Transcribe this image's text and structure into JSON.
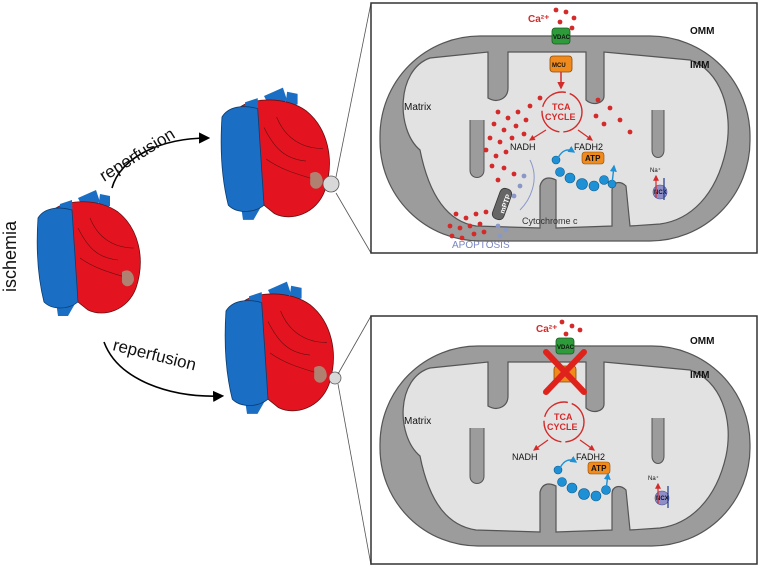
{
  "left": {
    "ischemia_label": "ischemia",
    "reperfusion_top_label": "reperfusion",
    "reperfusion_bottom_label": "reperfusion"
  },
  "panels": {
    "top": {
      "ca_label": "Ca²⁺",
      "omm_label": "OMM",
      "imm_label": "IMM",
      "vdac_label": "VDAC",
      "mcu_label": "MCU",
      "matrix_label": "Matrix",
      "tca_label_line1": "TCA",
      "tca_label_line2": "CYCLE",
      "nadh_label": "NADH",
      "fadh2_label": "FADH2",
      "atp_label": "ATP",
      "na_label": "Na⁺",
      "ncx_label": "NCX",
      "mptp_label": "mPTP",
      "cytochrome_label": "Cytochrome c",
      "apoptosis_label": "APOPTOSIS"
    },
    "bottom": {
      "ca_label": "Ca²⁺",
      "omm_label": "OMM",
      "imm_label": "IMM",
      "vdac_label": "VDAC",
      "matrix_label": "Matrix",
      "tca_label_line1": "TCA",
      "tca_label_line2": "CYCLE",
      "nadh_label": "NADH",
      "fadh2_label": "FADH2",
      "atp_label": "ATP",
      "na_label": "Na⁺",
      "ncx_label": "NCX"
    }
  },
  "colors": {
    "heart_red": "#e3141f",
    "heart_blue": "#1a6fc4",
    "calcium_red": "#d42a2a",
    "omm_gray": "#9c9c9c",
    "matrix_gray": "#e2e2e2",
    "vdac_green": "#2e9b3a",
    "mcu_orange": "#f08a1c",
    "etc_blue": "#1e90d6",
    "ncx_purple": "#8e8ec9",
    "mptp_gray": "#666666",
    "cytochrome_blue": "#8a98c8",
    "block_red": "#e0221c"
  }
}
